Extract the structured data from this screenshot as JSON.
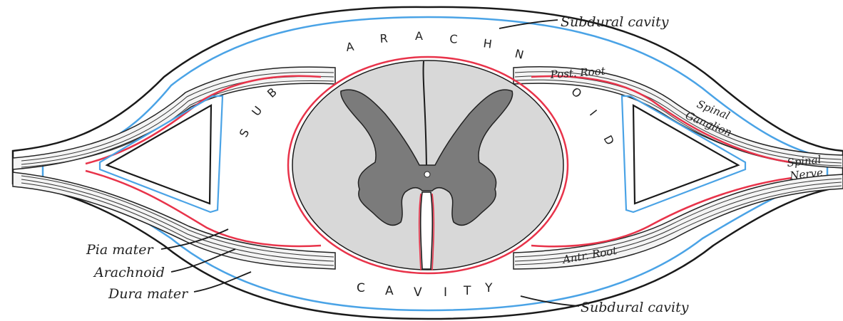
{
  "colors": {
    "dura": "#1a1a1a",
    "arachnoid": "#4aa3e6",
    "pia": "#e8334a",
    "cord_fill": "#d8d8d8",
    "grey_matter": "#7b7b7b",
    "background": "#ffffff"
  },
  "labels": {
    "subdural_top": "Subdural cavity",
    "subdural_bottom": "Subdural cavity",
    "post_root": "Post. Root",
    "spinal_ganglion_1": "Spinal",
    "spinal_ganglion_2": "Ganglion",
    "spinal_nerve_1": "Spinal",
    "spinal_nerve_2": "Nerve",
    "antr_root": "Antr. Root",
    "pia_mater": "Pia mater",
    "arachnoid": "Arachnoid",
    "dura_mater": "Dura mater"
  },
  "cavity_letters": {
    "top": [
      "A",
      "R",
      "A",
      "C",
      "H",
      "N"
    ],
    "left": [
      "S",
      "U",
      "B"
    ],
    "right": [
      "O",
      "I",
      "D"
    ],
    "bottom": [
      "C",
      "A",
      "V",
      "I",
      "T",
      "Y"
    ]
  }
}
